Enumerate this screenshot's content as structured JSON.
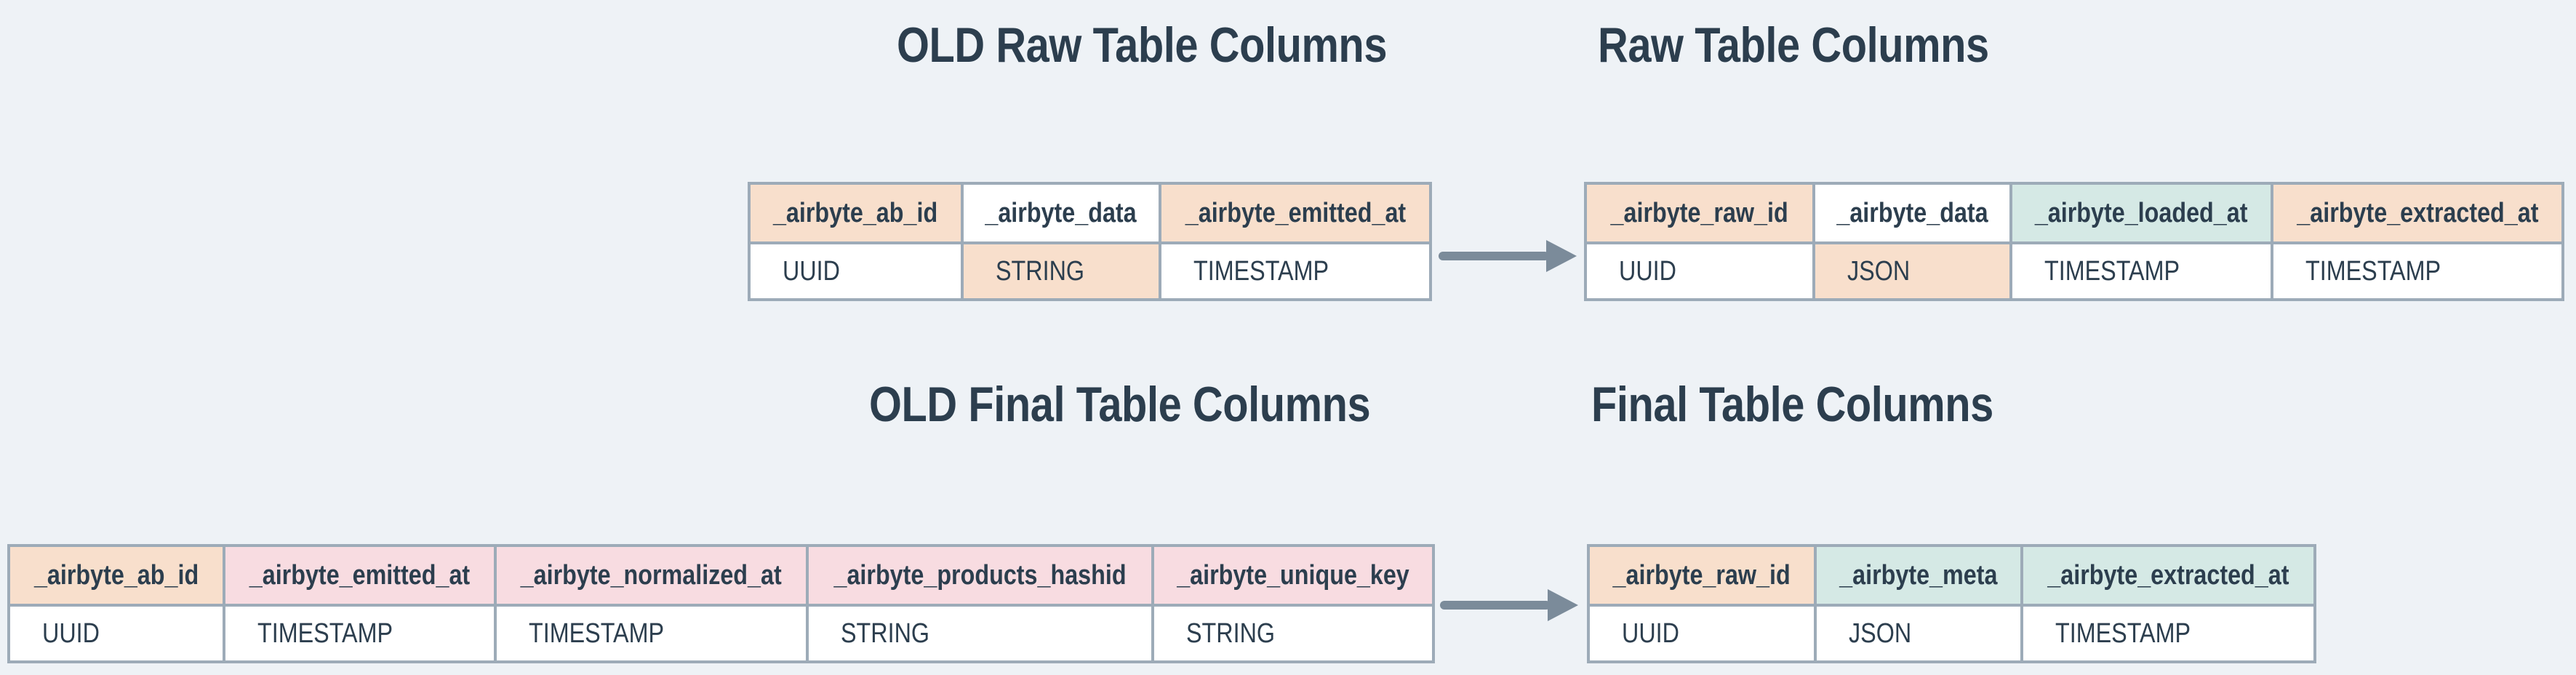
{
  "palette": {
    "peach": "#f8dfcc",
    "pink": "#f8dce1",
    "teal": "#d5e9e5",
    "white": "#ffffff",
    "border": "#9dabb8",
    "background": "#eef2f6",
    "text": "#2c3e4e",
    "arrow": "#7b8b9a"
  },
  "legend_semantics": {
    "peach": "existing/renamed column",
    "teal": "new column",
    "pink": "removed column"
  },
  "sections": [
    {
      "id": "old-raw",
      "title": "OLD Raw Table Columns",
      "table": {
        "columns": [
          {
            "name": "_airbyte_ab_id",
            "type": "UUID",
            "name_bg": "peach",
            "type_bg": "white"
          },
          {
            "name": "_airbyte_data",
            "type": "STRING",
            "name_bg": "white",
            "type_bg": "peach"
          },
          {
            "name": "_airbyte_emitted_at",
            "type": "TIMESTAMP",
            "name_bg": "peach",
            "type_bg": "white"
          }
        ]
      }
    },
    {
      "id": "raw",
      "title": "Raw Table Columns",
      "table": {
        "columns": [
          {
            "name": "_airbyte_raw_id",
            "type": "UUID",
            "name_bg": "peach",
            "type_bg": "white"
          },
          {
            "name": "_airbyte_data",
            "type": "JSON",
            "name_bg": "white",
            "type_bg": "peach"
          },
          {
            "name": "_airbyte_loaded_at",
            "type": "TIMESTAMP",
            "name_bg": "teal",
            "type_bg": "white"
          },
          {
            "name": "_airbyte_extracted_at",
            "type": "TIMESTAMP",
            "name_bg": "peach",
            "type_bg": "white"
          }
        ]
      }
    },
    {
      "id": "old-final",
      "title": "OLD Final Table Columns",
      "table": {
        "columns": [
          {
            "name": "_airbyte_ab_id",
            "type": "UUID",
            "name_bg": "peach",
            "type_bg": "white"
          },
          {
            "name": "_airbyte_emitted_at",
            "type": "TIMESTAMP",
            "name_bg": "pink",
            "type_bg": "white"
          },
          {
            "name": "_airbyte_normalized_at",
            "type": "TIMESTAMP",
            "name_bg": "pink",
            "type_bg": "white"
          },
          {
            "name": "_airbyte_products_hashid",
            "type": "STRING",
            "name_bg": "pink",
            "type_bg": "white"
          },
          {
            "name": "_airbyte_unique_key",
            "type": "STRING",
            "name_bg": "pink",
            "type_bg": "white"
          }
        ]
      }
    },
    {
      "id": "final",
      "title": "Final Table Columns",
      "table": {
        "columns": [
          {
            "name": "_airbyte_raw_id",
            "type": "UUID",
            "name_bg": "peach",
            "type_bg": "white"
          },
          {
            "name": "_airbyte_meta",
            "type": "JSON",
            "name_bg": "teal",
            "type_bg": "white"
          },
          {
            "name": "_airbyte_extracted_at",
            "type": "TIMESTAMP",
            "name_bg": "teal",
            "type_bg": "white"
          }
        ]
      }
    }
  ]
}
